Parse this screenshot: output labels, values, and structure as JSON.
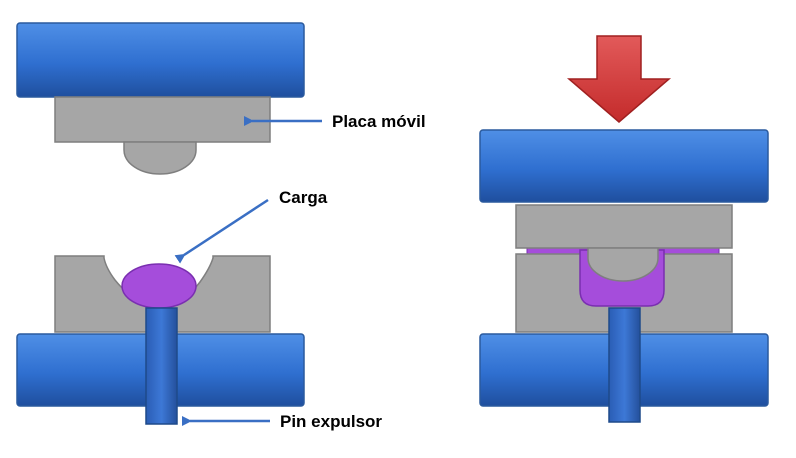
{
  "labels": {
    "moving_plate": "Placa móvil",
    "charge": "Carga",
    "ejector_pin": "Pin expulsor"
  },
  "colors": {
    "platen_blue": "#2f6fd0",
    "mold_gray": "#a6a6a6",
    "charge_purple": "#a54ddb",
    "arrow_red": "#d23a3a",
    "pointer_blue": "#3a6fc4"
  }
}
